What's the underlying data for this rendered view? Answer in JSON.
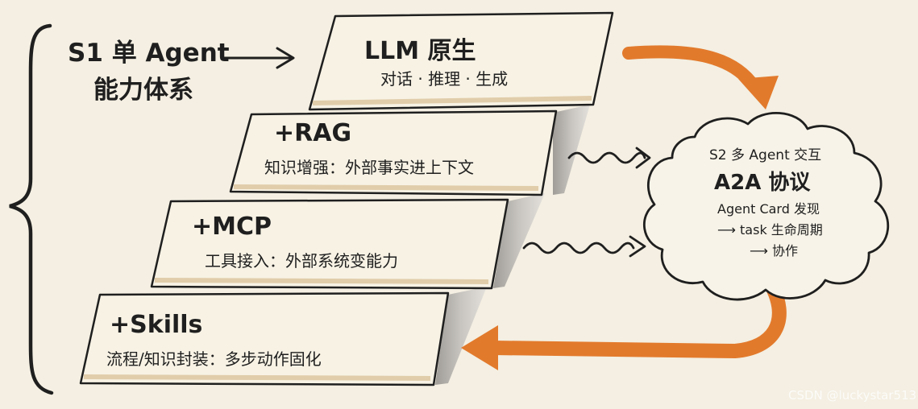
{
  "s1": {
    "title_line1": "S1 单 Agent",
    "title_line2": "能力体系"
  },
  "steps": [
    {
      "title": "LLM 原生",
      "subtitle": "对话 · 推理 · 生成"
    },
    {
      "title": "+RAG",
      "subtitle": "知识增强：外部事实进上下文"
    },
    {
      "title": "+MCP",
      "subtitle": "工具接入：外部系统变能力"
    },
    {
      "title": "+Skills",
      "subtitle": "流程/知识封装：多步动作固化"
    }
  ],
  "cloud": {
    "line1": "S2 多 Agent 交互",
    "line2": "A2A 协议",
    "line3": "Agent Card 发现",
    "line4": "⟶ task 生命周期",
    "line5": "⟶ 协作"
  },
  "watermark": "CSDN @luckystar513~",
  "colors": {
    "background": "#f4efe2",
    "step_fill": "#f7f2e4",
    "step_edge": "#dcc49c",
    "step_shadow": "#bdbab4",
    "ink": "#1f1f1f",
    "accent_orange": "#e27a2c"
  }
}
